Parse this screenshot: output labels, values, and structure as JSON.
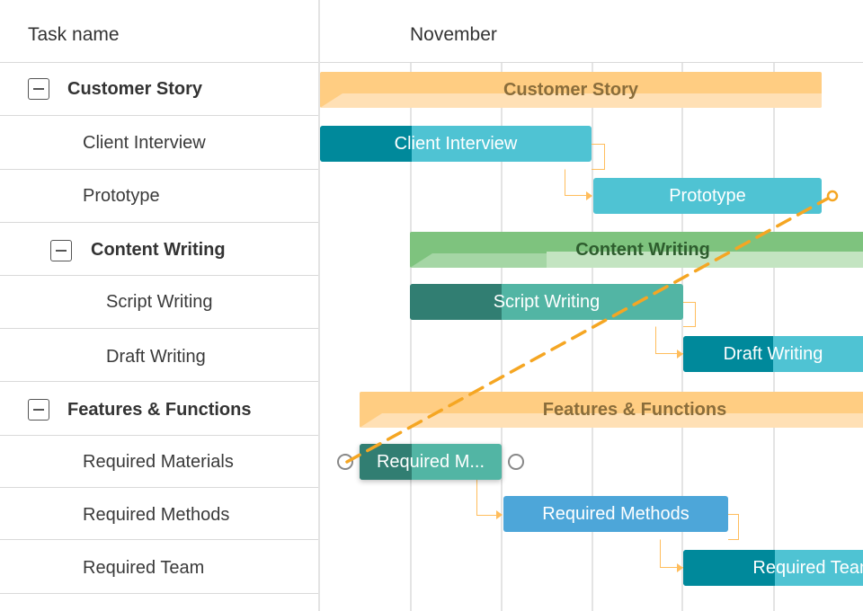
{
  "header": {
    "task_name_label": "Task name",
    "month_label": "November"
  },
  "tasks": [
    {
      "label": "Customer Story",
      "type": "parent",
      "level": 0
    },
    {
      "label": "Client Interview",
      "type": "task",
      "level": 1
    },
    {
      "label": "Prototype",
      "type": "task",
      "level": 1
    },
    {
      "label": "Content Writing",
      "type": "parent",
      "level": 1
    },
    {
      "label": "Script Writing",
      "type": "task",
      "level": 2
    },
    {
      "label": "Draft Writing",
      "type": "task",
      "level": 2
    },
    {
      "label": "Features & Functions",
      "type": "parent",
      "level": 0
    },
    {
      "label": "Required Materials",
      "type": "task",
      "level": 1
    },
    {
      "label": "Required Methods",
      "type": "task",
      "level": 1
    },
    {
      "label": "Required Team",
      "type": "task",
      "level": 1
    }
  ],
  "bars": {
    "customer_story": "Customer Story",
    "client_interview": "Client Interview",
    "prototype": "Prototype",
    "content_writing": "Content Writing",
    "script_writing": "Script Writing",
    "draft_writing": "Draft Writing",
    "features_functions": "Features & Functions",
    "required_materials": "Required M...",
    "required_methods": "Required Methods",
    "required_team": "Required Team"
  },
  "colors": {
    "parent_orange": "#ffcd82",
    "parent_green": "#7ec37e",
    "teal": "#4fc3d3",
    "teal_dark": "#00899b",
    "green_teal": "#52b5a4",
    "green_teal_dark": "#317e72",
    "blue": "#4da6d9",
    "link": "#ffbd5c",
    "drag_line": "#f5a623"
  }
}
